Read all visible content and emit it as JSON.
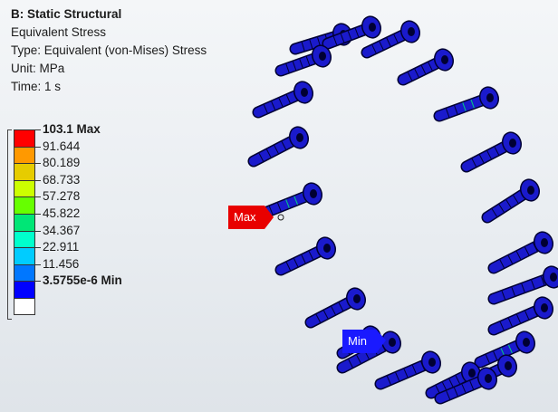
{
  "header": {
    "title": "B: Static Structural",
    "result": "Equivalent Stress",
    "type": "Type: Equivalent (von-Mises) Stress",
    "unit": "Unit: MPa",
    "time": "Time: 1 s"
  },
  "legend": {
    "labels": [
      "103.1 Max",
      "91.644",
      "80.189",
      "68.733",
      "57.278",
      "45.822",
      "34.367",
      "22.911",
      "11.456",
      "3.5755e-6 Min"
    ],
    "colors": [
      "#ff0000",
      "#ff9900",
      "#e6cc00",
      "#ccff00",
      "#66ff00",
      "#00e676",
      "#00ffcc",
      "#00ccff",
      "#0077ff",
      "#0000ff"
    ],
    "bottom_color": "#ffffff"
  },
  "probes": {
    "max": {
      "label": "Max",
      "color": "#e80000"
    },
    "min": {
      "label": "Min",
      "color": "#1a1aff"
    }
  },
  "model": {
    "bolt_color": "#1a1acc",
    "mesh_color": "#000033",
    "hot_color": "#00d080"
  }
}
